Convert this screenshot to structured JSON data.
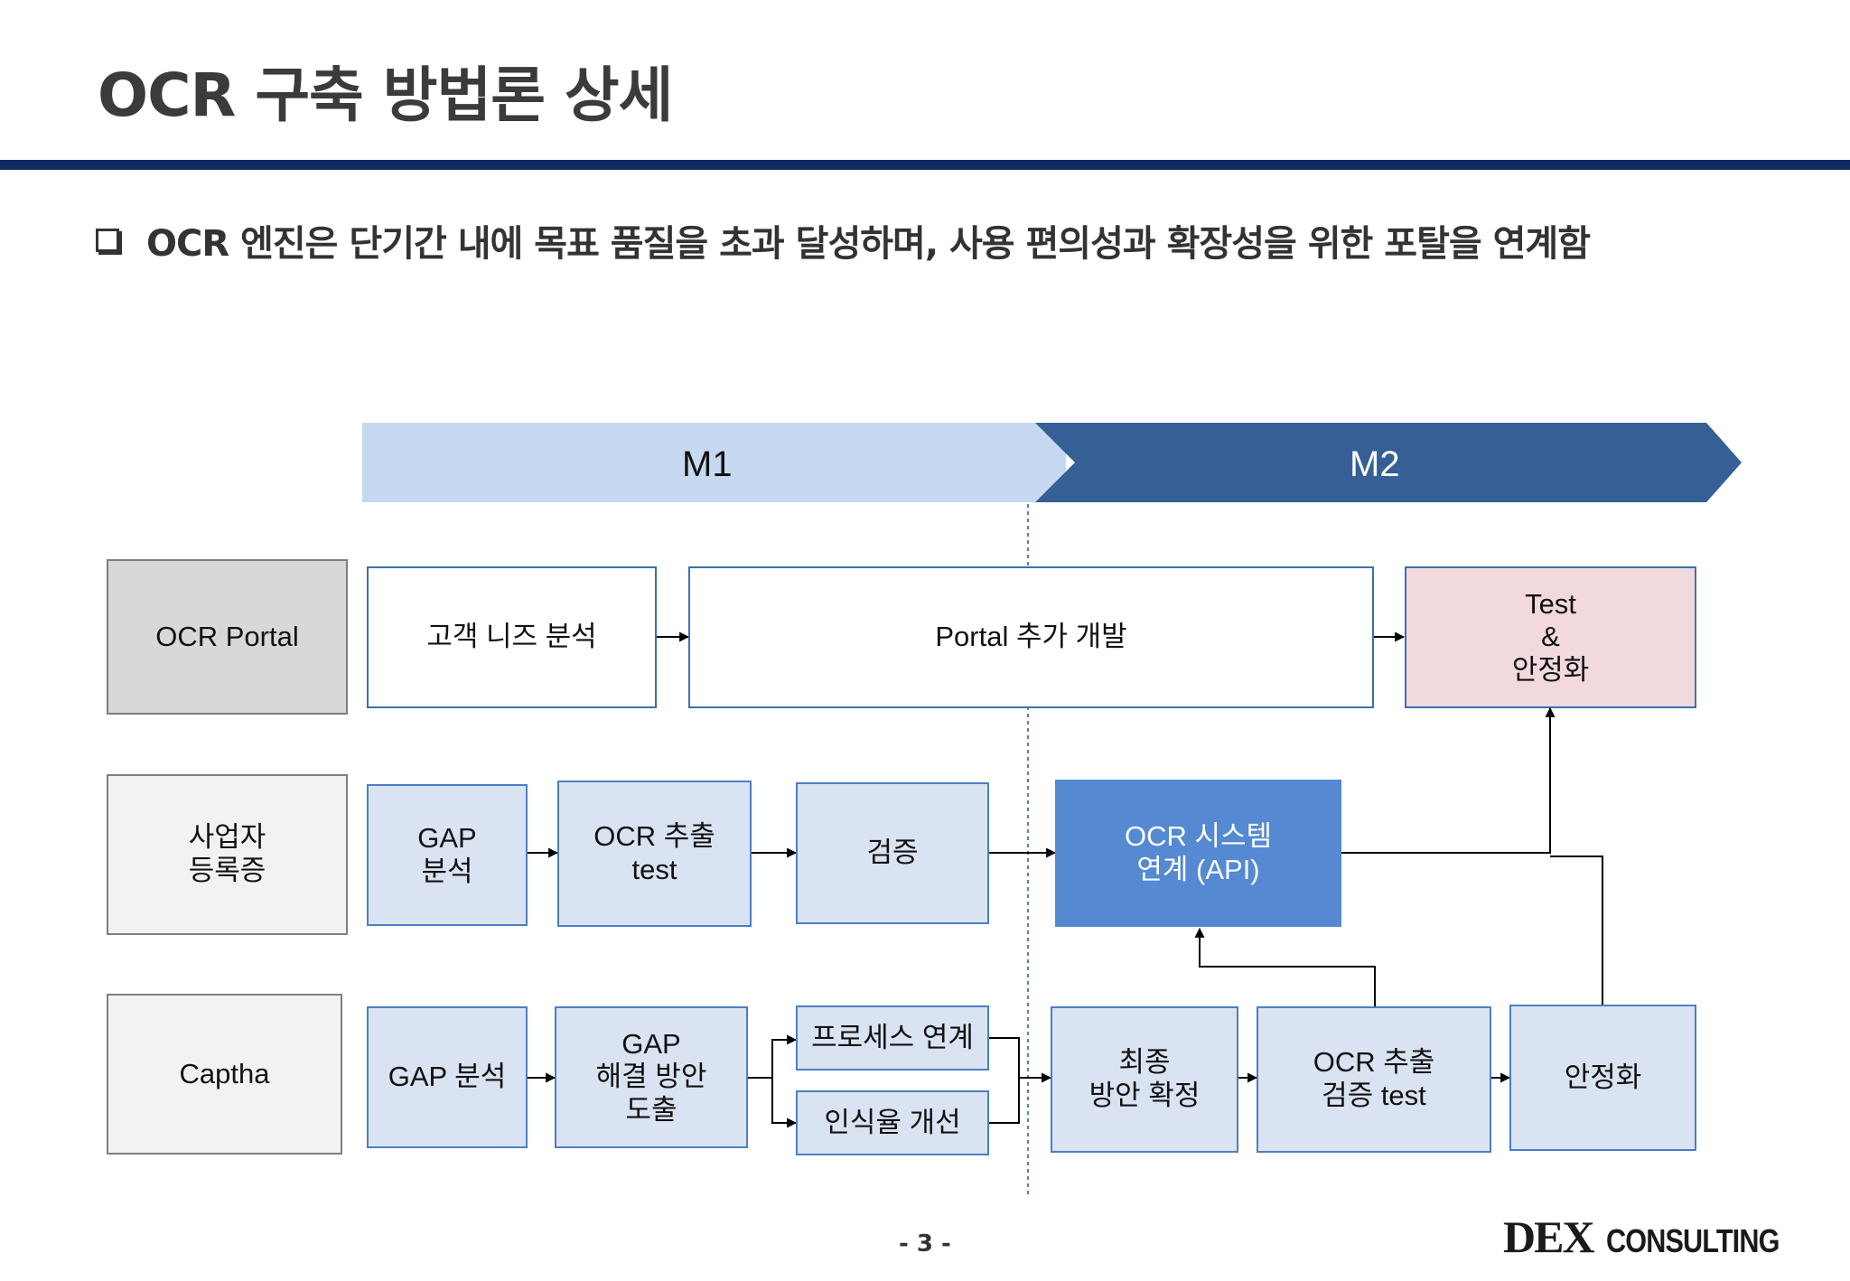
{
  "title": "OCR 구축 방법론 상세",
  "subtitle": "OCR 엔진은 단기간 내에 목표 품질을 초과 달성하며, 사용 편의성과 확장성을 위한 포탈을 연계함",
  "phases": {
    "m1": "M1",
    "m2": "M2"
  },
  "colors": {
    "title_rule": "#0d2a63",
    "m1_band": "#c6d9f0",
    "m2_band": "#355f95",
    "box_light": "#dae3f2",
    "box_border": "#3a6fb4",
    "api_box": "#5589d2",
    "test_box": "#f2d9de",
    "category_gray": "#d9d8d9"
  },
  "rows": {
    "portal": {
      "category": "OCR Portal",
      "steps": {
        "needs": "고객 니즈 분석",
        "dev": "Portal 추가 개발",
        "test": "Test\n&\n안정화"
      }
    },
    "business": {
      "category": "사업자\n등록증",
      "steps": {
        "gap": "GAP\n분석",
        "extract": "OCR 추출\ntest",
        "verify": "검증",
        "api": "OCR 시스템\n연계 (API)"
      }
    },
    "captha": {
      "category": "Captha",
      "steps": {
        "gap": "GAP 분석",
        "solution": "GAP\n해결 방안\n도출",
        "process": "프로세스 연계",
        "recog": "인식율 개선",
        "final": "최종\n방안 확정",
        "extract": "OCR 추출\n검증 test",
        "stable": "안정화"
      }
    }
  },
  "page_number": "- 3 -",
  "logo": {
    "main": "DEX",
    "sub": "CONSULTING"
  }
}
